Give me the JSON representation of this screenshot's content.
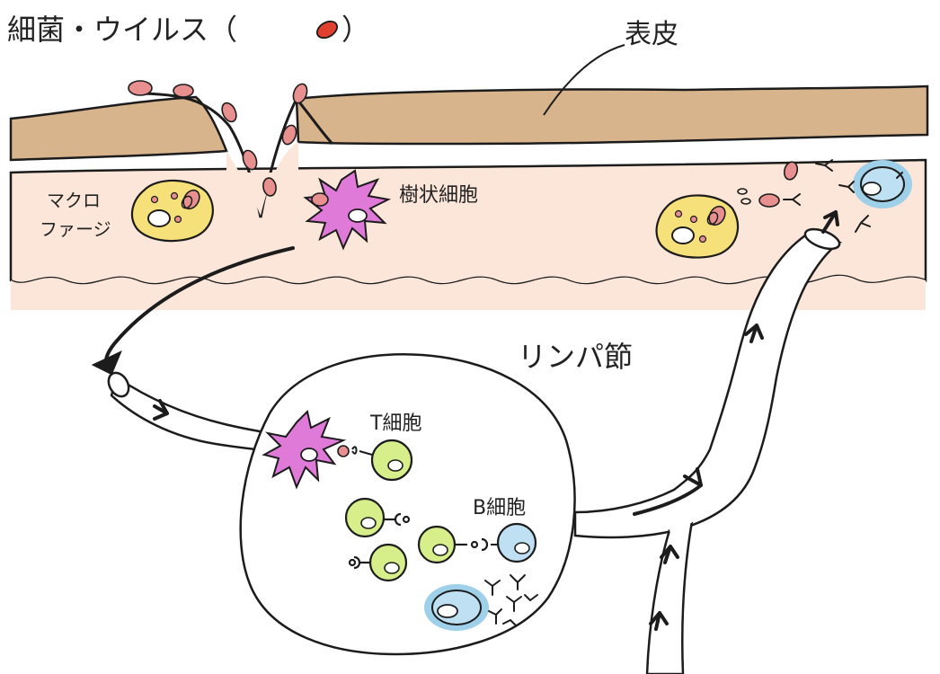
{
  "labels": {
    "bacteria_virus": "細菌・ウイルス（",
    "bacteria_virus_close": "）",
    "epidermis": "表皮",
    "macrophage_line1": "マクロ",
    "macrophage_line2": "ファージ",
    "dendritic_cell": "樹状細胞",
    "lymph_node": "リンパ節",
    "t_cell": "T細胞",
    "b_cell": "B細胞"
  },
  "colors": {
    "epidermis": "#d8b48c",
    "dermis": "#fbe6d9",
    "virus": "#e88f8f",
    "virus_legend": "#e0402e",
    "dendritic": "#e07ad8",
    "macrophage": "#f6e07a",
    "t_cell": "#d6ef8a",
    "b_cell": "#bfe0f2",
    "plasma_halo": "#9fd0ea",
    "outline": "#1c1c1c"
  }
}
